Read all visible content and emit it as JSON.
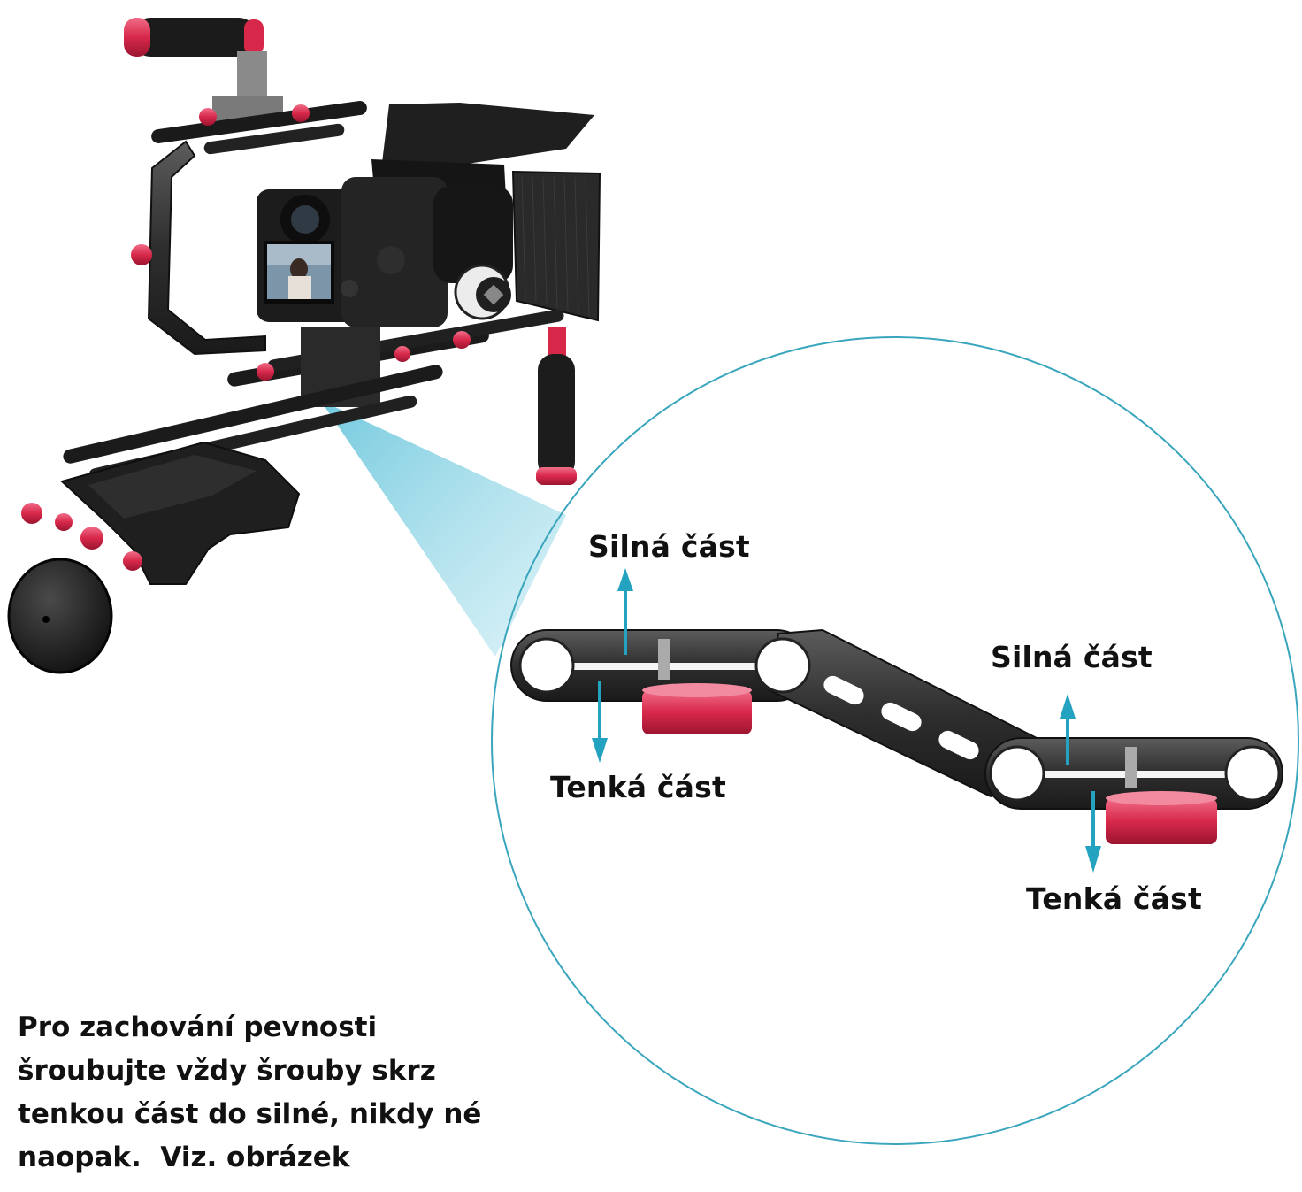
{
  "labels": {
    "strong_left": "Silná část",
    "thin_left": "Tenká část",
    "strong_right": "Silná část",
    "thin_right": "Tenká část"
  },
  "note": {
    "lines": [
      "Pro zachování pevnosti",
      "šroubujte vždy šrouby skrz",
      "tenkou část do silné, nikdy né",
      "naopak.  Viz. obrázek"
    ]
  },
  "camera_screen": {},
  "colors": {
    "accent_red": "#d8284a",
    "metal_dark": "#2b2b2b",
    "circle_outline": "#3aa6bd",
    "highlight_cyan": "#8fd5e6",
    "arrow_blue": "#23a3bf"
  }
}
